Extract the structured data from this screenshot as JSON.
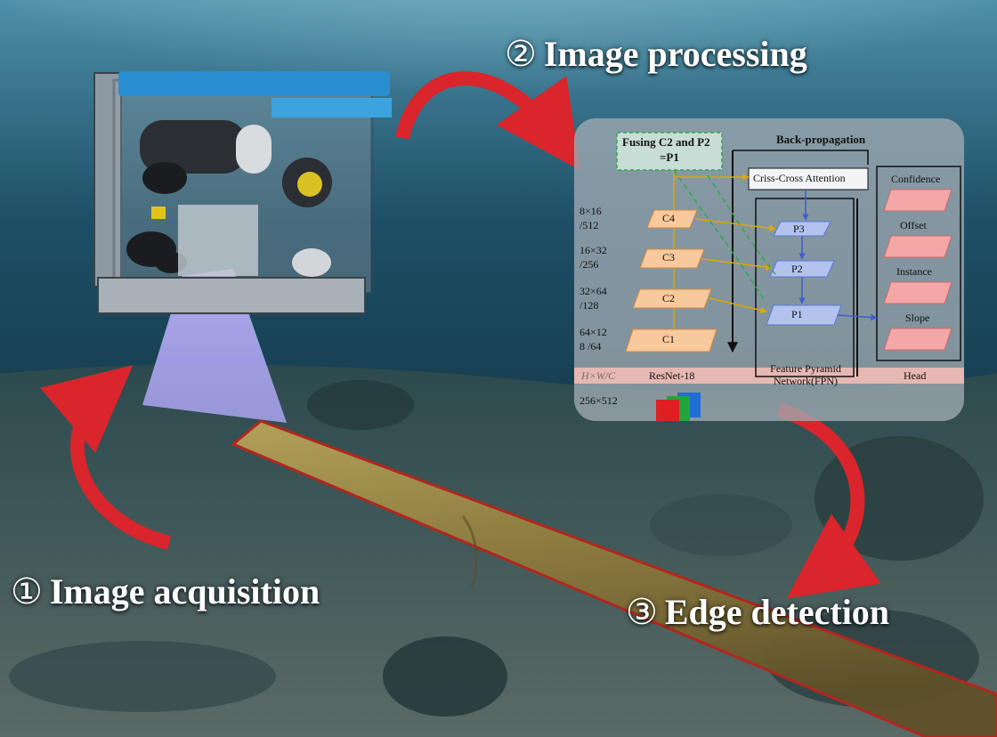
{
  "stages": [
    {
      "number": "①",
      "label": "Image acquisition"
    },
    {
      "number": "②",
      "label": "Image processing"
    },
    {
      "number": "③",
      "label": "Edge detection"
    }
  ],
  "network": {
    "fusing_label_1": "Fusing C2 and P2",
    "fusing_label_2": "=P1",
    "backprop_label": "Back-propagation",
    "attention_label": "Criss-Cross Attention",
    "backbone_label": "ResNet-18",
    "fpn_label_1": "Feature Pyramid",
    "fpn_label_2": "Network(FPN)",
    "head_label": "Head",
    "shape_label": "H×W/C",
    "input_size": "256×512",
    "backbone_layers": [
      "C1",
      "C2",
      "C3",
      "C4"
    ],
    "fpn_layers": [
      "P1",
      "P2",
      "P3"
    ],
    "feature_dims": [
      {
        "line1": "8×16",
        "line2": "/512"
      },
      {
        "line1": "16×32",
        "line2": "/256"
      },
      {
        "line1": "32×64",
        "line2": "/128"
      },
      {
        "line1": "64×12",
        "line2": "8 /64"
      }
    ],
    "head_outputs": [
      "Confidence",
      "Offset",
      "Instance",
      "Slope"
    ]
  },
  "colors": {
    "arrow_red": "#d9252b",
    "backbone_orange": "#f7c99c",
    "fpn_blue": "#b3c3ee",
    "head_pink": "#f4a7a7",
    "highlight_green": "#2ea84a",
    "panel_band": "#e5b8b2"
  }
}
